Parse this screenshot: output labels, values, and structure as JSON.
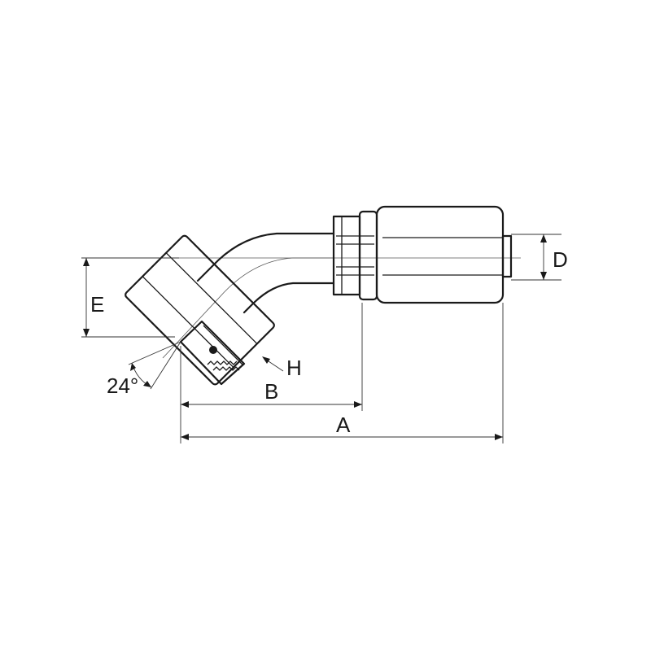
{
  "dimensions": {
    "A": "A",
    "B": "B",
    "D": "D",
    "E": "E",
    "H": "H",
    "angle": "24°"
  }
}
